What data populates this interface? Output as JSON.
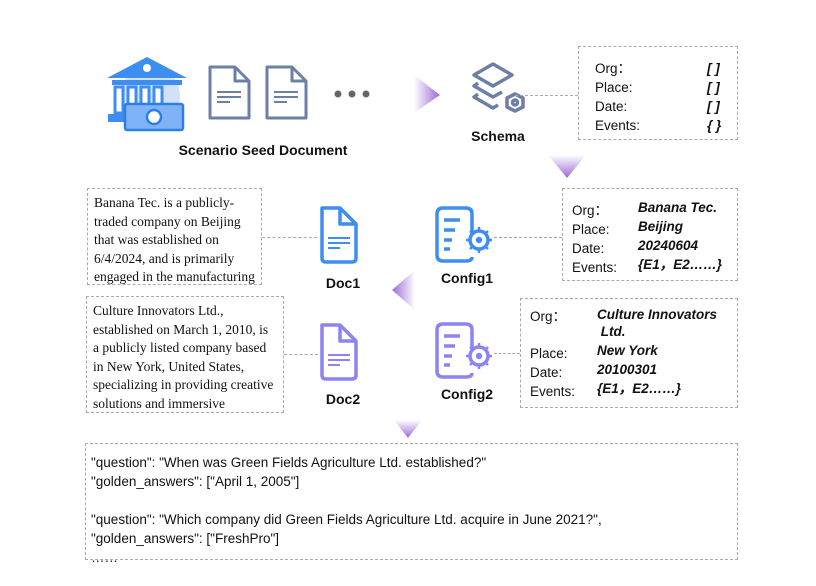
{
  "seed": {
    "label": "Scenario Seed Document",
    "icons": [
      "bank-money-icon",
      "document-icon",
      "document-icon",
      "ellipsis-icon"
    ]
  },
  "schema": {
    "label": "Schema",
    "fields": [
      {
        "key": "Org：",
        "value": "[ ]"
      },
      {
        "key": "Place:",
        "value": "[ ]"
      },
      {
        "key": "Date:",
        "value": "[ ]"
      },
      {
        "key": "Events:",
        "value": "{ }"
      }
    ]
  },
  "doc1": {
    "label": "Doc1",
    "text": "Banana Tec. is a publicly-traded company on Beijing that was established on 6/4/2024, and is primarily engaged in the manufacturing a……"
  },
  "doc2": {
    "label": "Doc2",
    "text": "Culture Innovators Ltd., established on March 1, 2010, is a publicly listed company based in New York, United States, specializing in providing creative solutions and immersive experiences ……"
  },
  "config1": {
    "label": "Config1",
    "fields": [
      {
        "key": "Org：",
        "value": "Banana Tec."
      },
      {
        "key": "Place:",
        "value": "Beijing"
      },
      {
        "key": "Date:",
        "value": "20240604"
      },
      {
        "key": "Events:",
        "value": "{E1，E2……}"
      }
    ]
  },
  "config2": {
    "label": "Config2",
    "fields": [
      {
        "key": "Org：",
        "value": "Culture Innovators\n Ltd."
      },
      {
        "key": "Place:",
        "value": "New York"
      },
      {
        "key": "Date:",
        "value": "20100301"
      },
      {
        "key": "Events:",
        "value": "{E1，E2……}"
      }
    ]
  },
  "qa": {
    "lines": [
      "\"question\": \"When was Green Fields Agriculture Ltd. established?\"",
      "\"golden_answers\": [\"April 1, 2005\"]",
      "",
      "\"question\": \"Which company did Green Fields Agriculture Ltd. acquire in June 2021?\",",
      "\"golden_answers\": [\"FreshPro\"]",
      "……"
    ]
  },
  "colors": {
    "slate": "#6e7fa6",
    "blue": "#3d8ef0",
    "violet": "#8a84f4",
    "arrow": "#a779d9"
  }
}
